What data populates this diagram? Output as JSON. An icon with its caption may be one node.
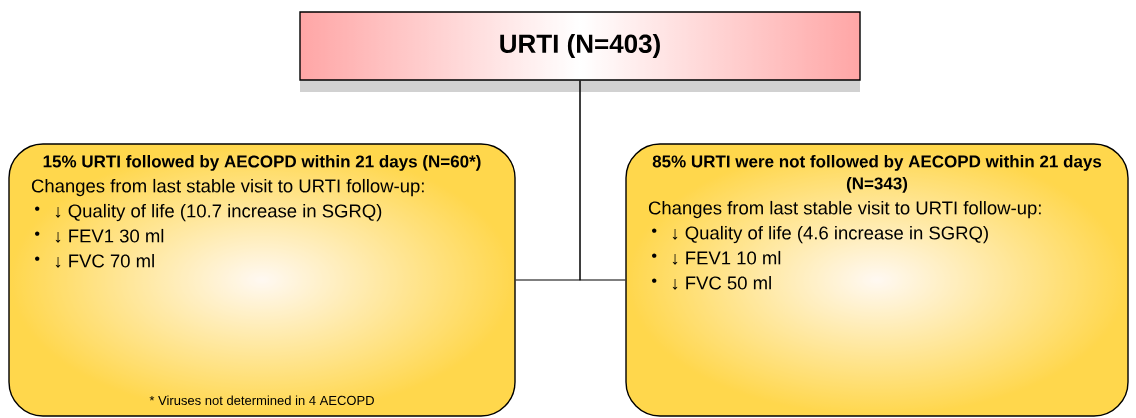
{
  "diagram": {
    "nodes": [
      {
        "text": [
          "URTI (N=403)"
        ]
      },
      {
        "text": [
          "15% URTI followed by AECOPD within 21 days (N=60*)",
          "Changes from last stable visit to URTI follow-up:",
          "↓ Quality of life (10.7 increase in SGRQ)",
          "↓ FEV1 30 ml",
          "↓ FVC 70 ml",
          "* Viruses not determined in 4 AECOPD"
        ]
      },
      {
        "text": [
          "85% URTI were not followed by AECOPD within 21 days (N=343)",
          "Changes from last stable visit to URTI follow-up:",
          "↓ Quality of life (4.6 increase in SGRQ)",
          "↓ FEV1 10 ml",
          "↓ FVC 50 ml"
        ]
      }
    ],
    "edges": [
      {
        "from": 0,
        "to": 1,
        "arrow": "none"
      },
      {
        "from": 0,
        "to": 2,
        "arrow": "none"
      }
    ]
  }
}
